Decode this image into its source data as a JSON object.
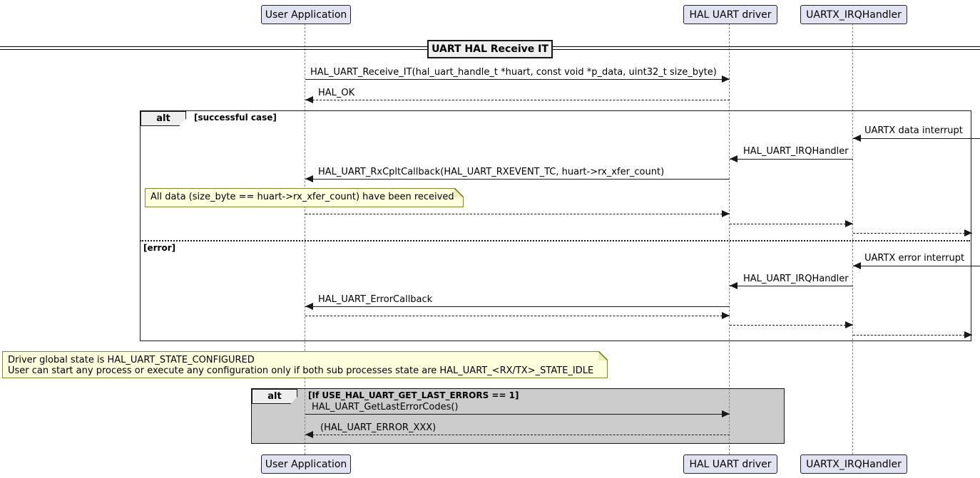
{
  "title": "UART HAL Receive IT",
  "participants": [
    {
      "name": "User Application"
    },
    {
      "name": "HAL UART driver"
    },
    {
      "name": "UARTX_IRQHandler"
    }
  ],
  "frames": [
    {
      "operator": "alt",
      "guards": [
        "[successful case]",
        "[error]"
      ]
    },
    {
      "operator": "alt",
      "guards": [
        "[If USE_HAL_UART_GET_LAST_ERRORS == 1]"
      ]
    }
  ],
  "messages": [
    {
      "label": "HAL_UART_Receive_IT(hal_uart_handle_t *huart, const void *p_data, uint32_t size_byte)",
      "from": "User Application",
      "to": "HAL UART driver",
      "style": "solid"
    },
    {
      "label": "HAL_OK",
      "from": "HAL UART driver",
      "to": "User Application",
      "style": "dashed"
    },
    {
      "label": "UARTX data interrupt",
      "from": "outside-right",
      "to": "UARTX_IRQHandler",
      "style": "solid"
    },
    {
      "label": "HAL_UART_IRQHandler",
      "from": "UARTX_IRQHandler",
      "to": "HAL UART driver",
      "style": "solid"
    },
    {
      "label": "HAL_UART_RxCpltCallback(HAL_UART_RXEVENT_TC, huart->rx_xfer_count)",
      "from": "HAL UART driver",
      "to": "User Application",
      "style": "solid"
    },
    {
      "label": "",
      "from": "User Application",
      "to": "HAL UART driver",
      "style": "dashed"
    },
    {
      "label": "",
      "from": "HAL UART driver",
      "to": "UARTX_IRQHandler",
      "style": "dashed"
    },
    {
      "label": "",
      "from": "UARTX_IRQHandler",
      "to": "outside-right",
      "style": "dashed"
    },
    {
      "label": "UARTX error interrupt",
      "from": "outside-right",
      "to": "UARTX_IRQHandler",
      "style": "solid"
    },
    {
      "label": "HAL_UART_IRQHandler",
      "from": "UARTX_IRQHandler",
      "to": "HAL UART driver",
      "style": "solid"
    },
    {
      "label": "HAL_UART_ErrorCallback",
      "from": "HAL UART driver",
      "to": "User Application",
      "style": "solid"
    },
    {
      "label": "",
      "from": "User Application",
      "to": "HAL UART driver",
      "style": "dashed"
    },
    {
      "label": "",
      "from": "HAL UART driver",
      "to": "UARTX_IRQHandler",
      "style": "dashed"
    },
    {
      "label": "",
      "from": "UARTX_IRQHandler",
      "to": "outside-right",
      "style": "dashed"
    },
    {
      "label": "HAL_UART_GetLastErrorCodes()",
      "from": "User Application",
      "to": "HAL UART driver",
      "style": "solid"
    },
    {
      "label": "(HAL_UART_ERROR_XXX)",
      "from": "HAL UART driver",
      "to": "User Application",
      "style": "dashed"
    }
  ],
  "notes": [
    {
      "lines": [
        "All data (size_byte == huart->rx_xfer_count) have been received"
      ]
    },
    {
      "lines": [
        "Driver global state is HAL_UART_STATE_CONFIGURED",
        "User can start any process or execute any configuration only if both sub processes state are HAL_UART_<RX/TX>_STATE_IDLE"
      ]
    }
  ],
  "colors": {
    "participant_fill": "#E2E2F0",
    "frame_label_fill": "#EEEEEE",
    "note_fill": "#FEFFDD",
    "fragment2_fill": "#CCCCCC",
    "line": "#181818"
  }
}
